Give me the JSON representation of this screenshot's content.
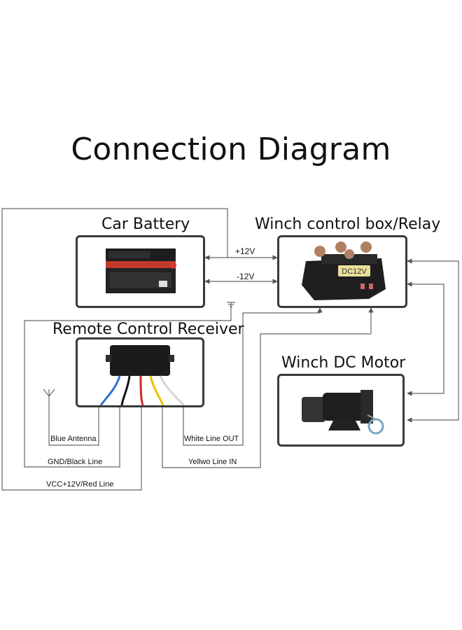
{
  "title": "Connection Diagram",
  "components": {
    "battery": {
      "label": "Car Battery"
    },
    "relay": {
      "label": "Winch control box/Relay",
      "badge": "DC12V"
    },
    "receiver": {
      "label": "Remote Control Receiver"
    },
    "motor": {
      "label": "Winch DC Motor"
    }
  },
  "voltages": {
    "positive": "+12V",
    "negative": "-12V"
  },
  "wires": {
    "antenna": "Blue Antenna",
    "gnd": "GND/Black Line",
    "vcc": "VCC+12V/Red Line",
    "white_out": "White Line OUT",
    "yellow_in": "Yellwo Line IN"
  },
  "colors": {
    "box_border": "#3a3a3a",
    "wire": "#555555",
    "battery_red": "#c0392b"
  }
}
